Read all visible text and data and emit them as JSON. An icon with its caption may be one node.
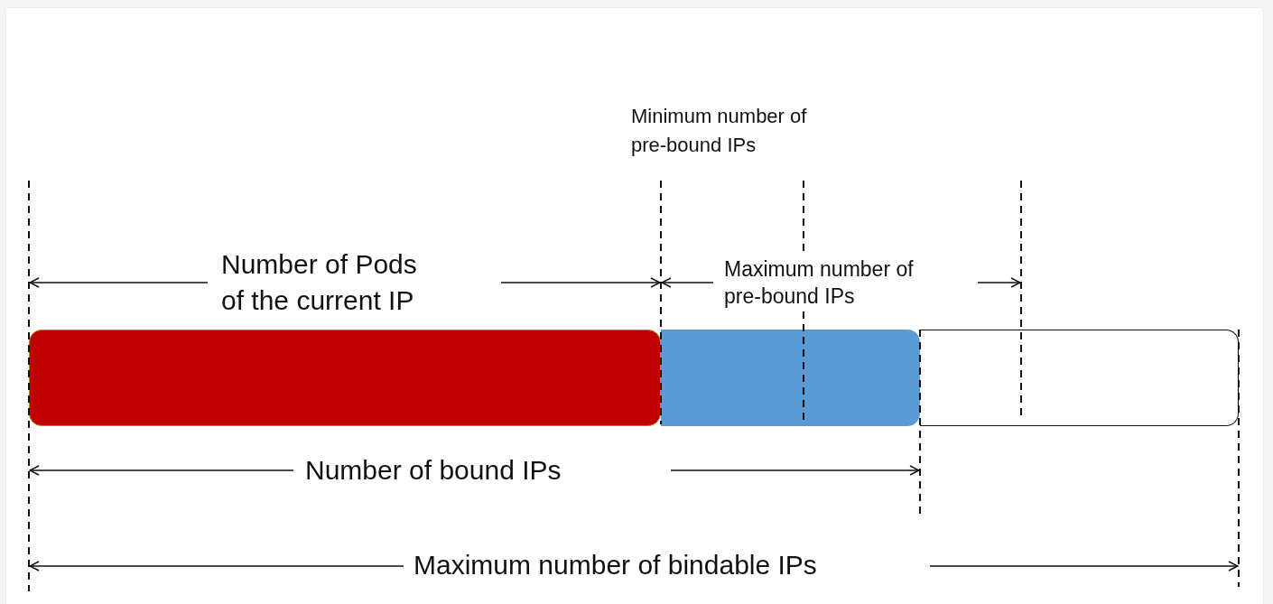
{
  "diagram": {
    "nodes": [
      {
        "text": [],
        "shape": "bar"
      },
      {
        "text": [],
        "shape": "bar"
      },
      {
        "text": [],
        "shape": "bar"
      }
    ],
    "labels": [
      "Minimum number of pre-bound IPs",
      "Number of Pods of the current IP",
      "Maximum number of pre-bound IPs",
      "Number of bound IPs",
      "Maximum number of bindable IPs"
    ]
  }
}
